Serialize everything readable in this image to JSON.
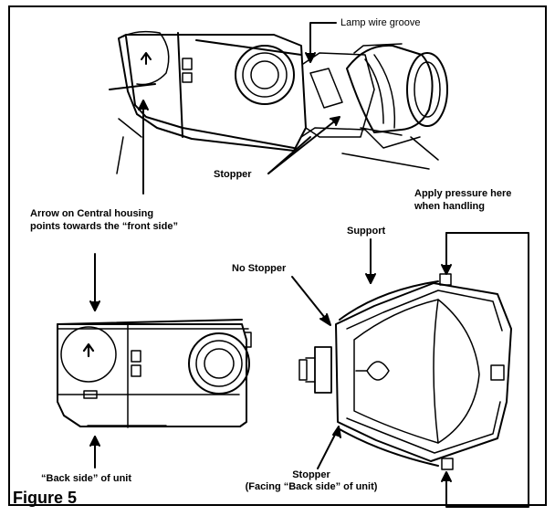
{
  "figure": {
    "title": "Figure 5",
    "labels": {
      "lamp_wire_groove": "Lamp wire groove",
      "stopper_top": "Stopper",
      "arrow_line1": "Arrow on Central housing",
      "arrow_line2": "points towards the “front side”",
      "apply_line1": "Apply pressure here",
      "apply_line2": "when handling",
      "support": "Support",
      "no_stopper": "No Stopper",
      "back_side": "“Back side” of unit",
      "stopper_bottom_line1": "Stopper",
      "stopper_bottom_line2": "(Facing “Back side” of unit)"
    }
  }
}
